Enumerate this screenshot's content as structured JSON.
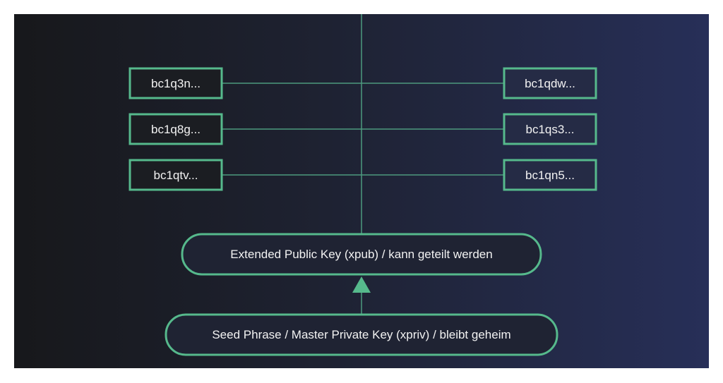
{
  "colors": {
    "accent": "#56b98c",
    "line": "#4d9a7e"
  },
  "left_addresses": [
    "bc1q3n...",
    "bc1q8g...",
    "bc1qtv..."
  ],
  "right_addresses": [
    "bc1qdw...",
    "bc1qs3...",
    "bc1qn5..."
  ],
  "xpub_label": "Extended Public Key (xpub) / kann geteilt werden",
  "xpriv_label": "Seed Phrase / Master Private Key (xpriv) / bleibt geheim"
}
